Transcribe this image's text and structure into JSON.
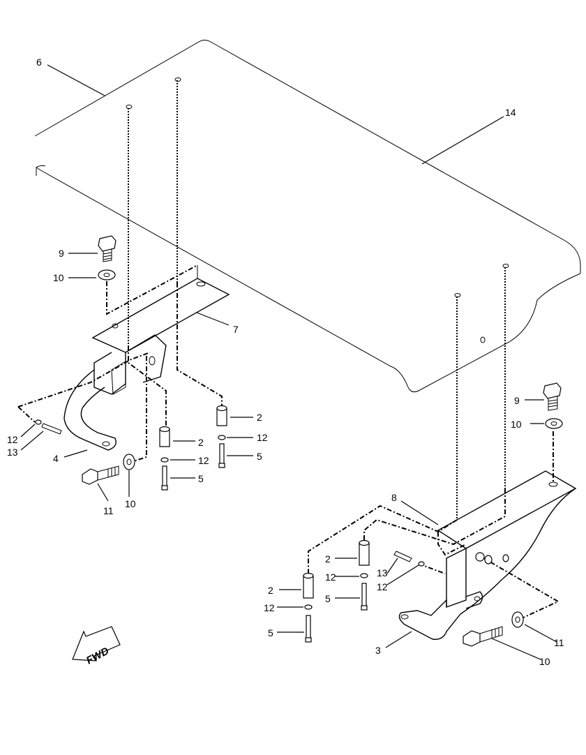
{
  "callouts": {
    "c6": "6",
    "c14": "14",
    "c7": "7",
    "c8": "8",
    "c9a": "9",
    "c10a": "10",
    "c9b": "9",
    "c10b": "10",
    "c2a": "2",
    "c12a": "12",
    "c5a": "5",
    "c2b": "2",
    "c12b": "12",
    "c5b": "5",
    "c12c": "12",
    "c13a": "13",
    "c4": "4",
    "c11a": "11",
    "c10c": "10",
    "c2c": "2",
    "c12d": "12",
    "c5c": "5",
    "c2d": "2",
    "c12e": "12",
    "c5d": "5",
    "c13b": "13",
    "c12f": "12",
    "c3": "3",
    "c11b": "11",
    "c10d": "10"
  },
  "fwd_arrow": {
    "label": "FWD",
    "icon": "fwd-arrow-icon"
  }
}
